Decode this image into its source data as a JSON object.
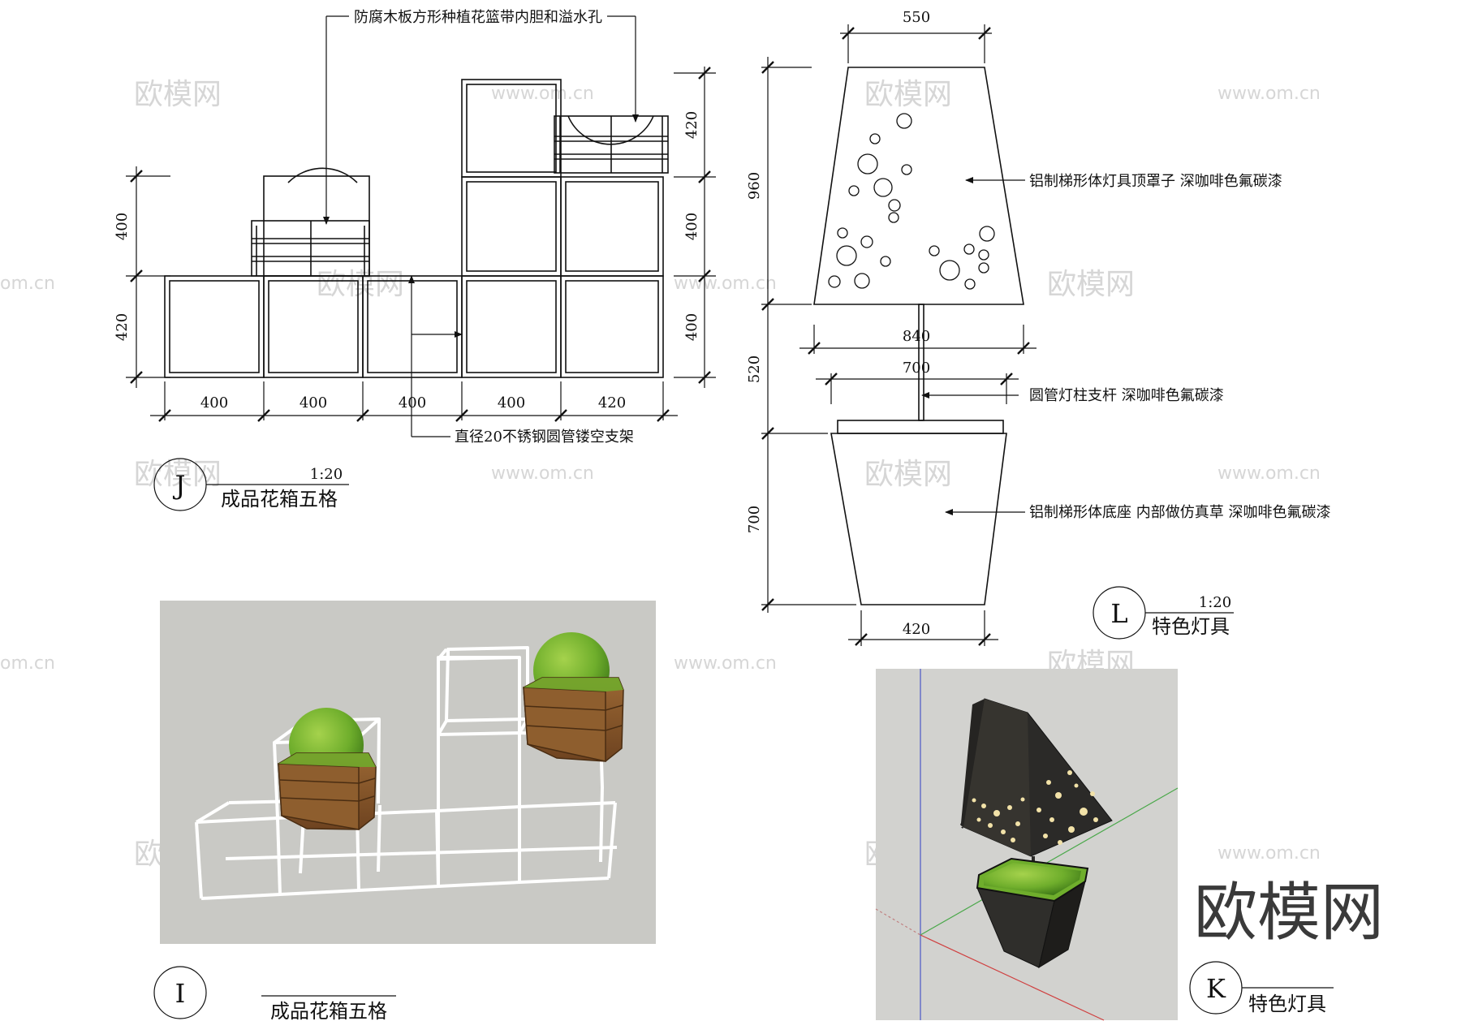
{
  "watermarks": {
    "brand": "欧模网",
    "url": "www.om.cn",
    "url_short": "om.cn"
  },
  "drawing_j": {
    "callout_top": "防腐木板方形种植花篮带内胆和溢水孔",
    "callout_bottom": "直径20不锈钢圆管镂空支架",
    "dims_bottom": [
      "400",
      "400",
      "400",
      "400",
      "420"
    ],
    "dims_left": [
      "400",
      "420"
    ],
    "dims_right": [
      "420",
      "400",
      "400"
    ],
    "tag": "J",
    "scale": "1:20",
    "title": "成品花箱五格"
  },
  "drawing_l": {
    "dim_top": "550",
    "dims_left": [
      "960",
      "520",
      "700"
    ],
    "dim_840": "840",
    "dim_700": "700",
    "dim_bottom": "420",
    "callout_shade": "铝制梯形体灯具顶罩子 深咖啡色氟碳漆",
    "callout_pole": "圆管灯柱支杆 深咖啡色氟碳漆",
    "callout_base": "铝制梯形体底座 内部做仿真草 深咖啡色氟碳漆",
    "tag": "L",
    "scale": "1:20",
    "title": "特色灯具"
  },
  "view_i": {
    "tag": "I",
    "title": "成品花箱五格"
  },
  "view_k": {
    "tag": "K",
    "title": "特色灯具"
  },
  "colors": {
    "line": "#111111",
    "render_bg": "#c9c9c5",
    "wood": "#8b5a2b",
    "shrub": "#6fae2c",
    "lamp": "#2b2a28",
    "lamp_dot": "#f2e2a8",
    "watermark": "#d6d6d6"
  }
}
